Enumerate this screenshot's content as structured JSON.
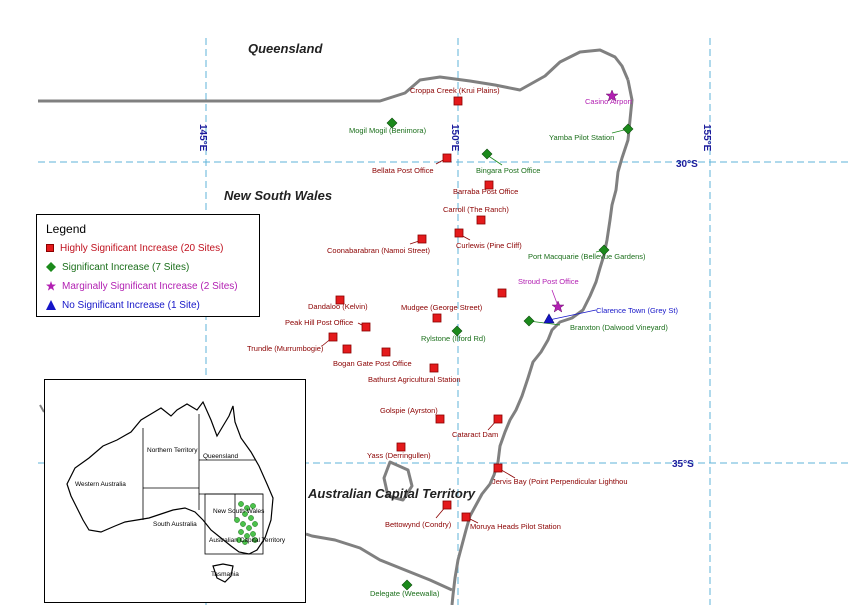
{
  "regions": {
    "queensland": "Queensland",
    "nsw": "New South Wales",
    "act": "Australian Capital Territory"
  },
  "grid": {
    "lon145": "145°E",
    "lon150": "150°E",
    "lon155": "155°E",
    "lat30": "30°S",
    "lat35": "35°S"
  },
  "legend": {
    "title": "Legend",
    "items": [
      {
        "label": "Highly Significant Increase (20 Sites)",
        "color": "#e41a1c",
        "symbol": "square"
      },
      {
        "label": "Significant Increase (7 Sites)",
        "color": "#1b8a1b",
        "symbol": "diamond"
      },
      {
        "label": "Marginally Significant Increase (2 Sites)",
        "color": "#b21fb2",
        "symbol": "star"
      },
      {
        "label": "No Significant Increase (1 Site)",
        "color": "#1515c8",
        "symbol": "triangle"
      }
    ]
  },
  "sites": {
    "croppa_creek": "Croppa Creek (Krui Plains)",
    "casino_airport": "Casino Airport",
    "mogil_mogil": "Mogil Mogil (Benimora)",
    "yamba": "Yamba Pilot Station",
    "bellata": "Bellata Post Office",
    "bingara": "Bingara Post Office",
    "barraba": "Barraba Post Office",
    "carroll": "Carroll (The Ranch)",
    "coonabarabran": "Coonabarabran (Namoi Street)",
    "curlewis": "Curlewis (Pine Cliff)",
    "port_macquarie": "Port Macquarie (Bellevue Gardens)",
    "stroud": "Stroud Post Office",
    "dandaloo": "Dandaloo (Kelvin)",
    "mudgee": "Mudgee (George Street)",
    "clarence_town": "Clarence Town (Grey St)",
    "peak_hill": "Peak Hill Post Office",
    "branxton": "Branxton (Dalwood Vineyard)",
    "rylstone": "Rylstone (Ilford Rd)",
    "trundle": "Trundle (Murrumbogie)",
    "bogan_gate": "Bogan Gate Post Office",
    "bathurst": "Bathurst Agricultural Station",
    "golspie": "Golspie (Ayrston)",
    "cataract": "Cataract Dam",
    "yass": "Yass (Derringullen)",
    "jervis_bay": "Jervis Bay (Point Perpendicular Lighthou",
    "bettowynd": "Bettowynd (Condry)",
    "moruya": "Moruya Heads Pilot Station",
    "delegate": "Delegate (Weewalla)"
  },
  "inset": {
    "nt": "Northern Territory",
    "wa": "Western Australia",
    "qld": "Queensland",
    "sa": "South Australia",
    "nsw": "New South Wales",
    "act": "Australian Capital Territory",
    "tas": "Tasmania"
  }
}
